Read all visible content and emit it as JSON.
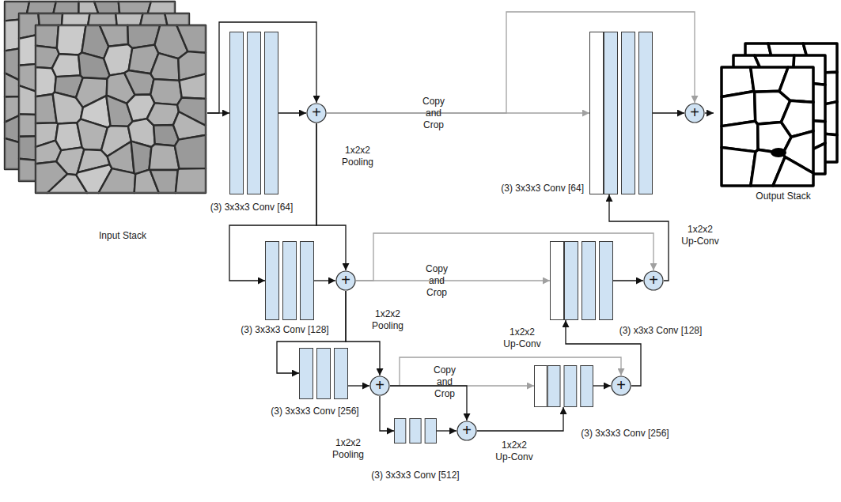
{
  "diagram": {
    "nodes": [
      {
        "text": [
          "Input Stack"
        ]
      },
      {
        "text": [
          "(3) 3x3x3 Conv [64]"
        ]
      },
      {
        "text": [
          "+"
        ]
      },
      {
        "text": [
          "(3) 3x3x3 Conv [128]"
        ]
      },
      {
        "text": [
          "+"
        ]
      },
      {
        "text": [
          "(3) 3x3x3 Conv [256]"
        ]
      },
      {
        "text": [
          "+"
        ]
      },
      {
        "text": [
          "(3) 3x3x3 Conv [512]"
        ]
      },
      {
        "text": [
          "+"
        ]
      },
      {
        "text": [
          "(3) 3x3x3 Conv [256]"
        ]
      },
      {
        "text": [
          "+"
        ]
      },
      {
        "text": [
          "(3) x3x3 Conv [128]"
        ]
      },
      {
        "text": [
          "+"
        ]
      },
      {
        "text": [
          "(3) 3x3x3 Conv [64]"
        ]
      },
      {
        "text": [
          "+"
        ]
      },
      {
        "text": [
          "Output Stack"
        ]
      }
    ],
    "edges": [
      {
        "from": 0,
        "to": 1,
        "arrow": "to"
      },
      {
        "from": 0,
        "to": 2,
        "arrow": "to"
      },
      {
        "from": 1,
        "to": 2,
        "arrow": "to"
      },
      {
        "from": 2,
        "to": 13,
        "label": "Copy and Crop",
        "arrow": "to"
      },
      {
        "from": 2,
        "to": 14,
        "arrow": "to"
      },
      {
        "from": 2,
        "to": 3,
        "label": "1x2x2 Pooling",
        "arrow": "to"
      },
      {
        "from": 2,
        "to": 4,
        "arrow": "to"
      },
      {
        "from": 3,
        "to": 4,
        "arrow": "to"
      },
      {
        "from": 4,
        "to": 11,
        "label": "Copy and Crop",
        "arrow": "to"
      },
      {
        "from": 4,
        "to": 12,
        "arrow": "to"
      },
      {
        "from": 4,
        "to": 5,
        "label": "1x2x2 Pooling",
        "arrow": "to"
      },
      {
        "from": 4,
        "to": 6,
        "arrow": "to"
      },
      {
        "from": 5,
        "to": 6,
        "arrow": "to"
      },
      {
        "from": 6,
        "to": 9,
        "label": "Copy and Crop",
        "arrow": "to"
      },
      {
        "from": 6,
        "to": 10,
        "arrow": "to"
      },
      {
        "from": 6,
        "to": 7,
        "label": "1x2x2 Pooling",
        "arrow": "to"
      },
      {
        "from": 6,
        "to": 8,
        "arrow": "to"
      },
      {
        "from": 7,
        "to": 8,
        "arrow": "to"
      },
      {
        "from": 8,
        "to": 9,
        "label": "1x2x2 Up-Conv",
        "arrow": "to"
      },
      {
        "from": 9,
        "to": 10,
        "arrow": "to"
      },
      {
        "from": 10,
        "to": 11,
        "label": "1x2x2 Up-Conv",
        "arrow": "to"
      },
      {
        "from": 11,
        "to": 12,
        "arrow": "to"
      },
      {
        "from": 12,
        "to": 13,
        "label": "1x2x2 Up-Conv",
        "arrow": "to"
      },
      {
        "from": 13,
        "to": 14,
        "arrow": "to"
      },
      {
        "from": 14,
        "to": 15,
        "arrow": "to"
      }
    ]
  }
}
